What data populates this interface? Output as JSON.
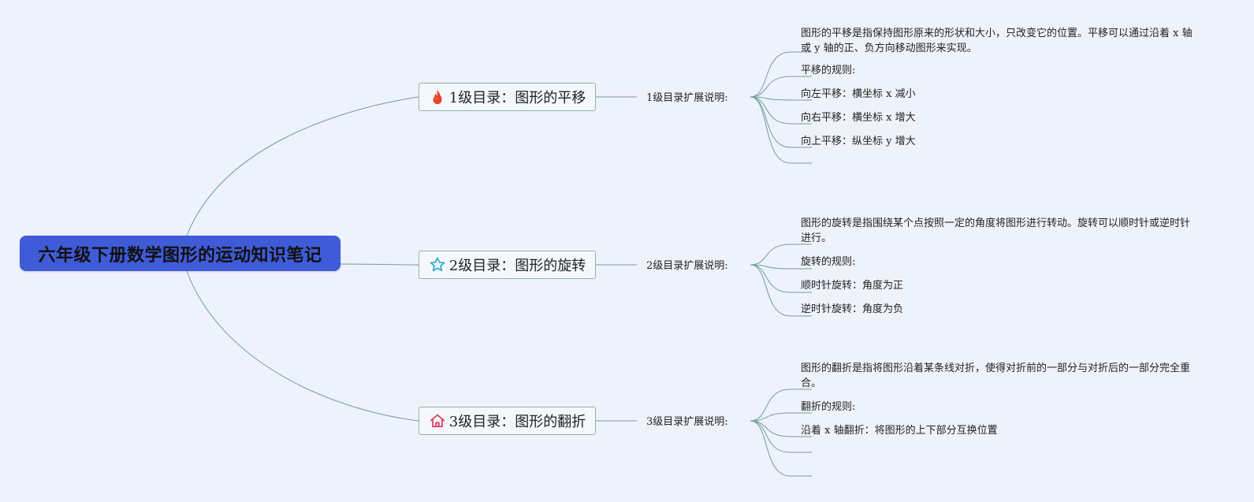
{
  "root": {
    "label": "六年级下册数学图形的运动知识笔记"
  },
  "branches": [
    {
      "label": "1级目录：图形的平移",
      "icon": "fire-icon",
      "sub": "1级目录扩展说明:",
      "leaves": [
        "图形的平移是指保持图形原来的形状和大小，只改变它的位置。平移可以通过沿着 x 轴或 y 轴的正、负方向移动图形来实现。",
        "平移的规则:",
        "向左平移：横坐标 x 减小",
        "向右平移：横坐标 x 增大",
        "向上平移：纵坐标 y 增大",
        ""
      ]
    },
    {
      "label": "2级目录：图形的旋转",
      "icon": "star-icon",
      "sub": "2级目录扩展说明:",
      "leaves": [
        "图形的旋转是指围绕某个点按照一定的角度将图形进行转动。旋转可以顺时针或逆时针进行。",
        "旋转的规则:",
        "顺时针旋转：角度为正",
        "逆时针旋转：角度为负"
      ]
    },
    {
      "label": "3级目录：图形的翻折",
      "icon": "home-icon",
      "sub": "3级目录扩展说明:",
      "leaves": [
        "图形的翻折是指将图形沿着某条线对折，使得对折前的一部分与对折后的一部分完全重合。",
        "翻折的规则:",
        "沿着 x 轴翻折：将图形的上下部分互换位置",
        "",
        ""
      ]
    }
  ],
  "colors": {
    "root": "#3f5bd8",
    "link": "#6f9f9b",
    "fire": "#e8452c",
    "star": "#2aa3d8",
    "home": "#d9335a"
  }
}
